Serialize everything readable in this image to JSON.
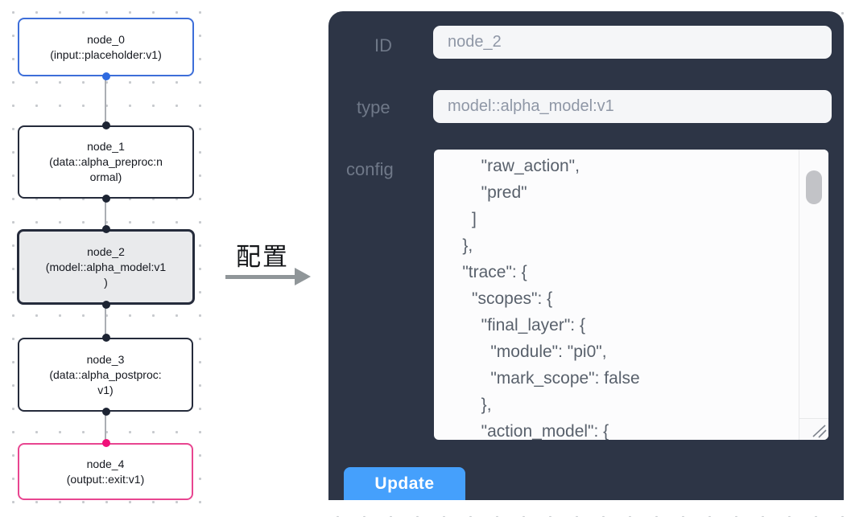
{
  "flow": {
    "nodes": [
      {
        "id": "node_0",
        "kind": "input",
        "lines": [
          "node_0",
          "(input::placeholder:v1)"
        ],
        "border_color": "#3d6ed9"
      },
      {
        "id": "node_1",
        "kind": "data",
        "lines": [
          "node_1",
          "(data::alpha_preproc:n",
          "ormal)"
        ],
        "border_color": "#252b3b"
      },
      {
        "id": "node_2",
        "kind": "model",
        "lines": [
          "node_2",
          "(model::alpha_model:v1",
          ")"
        ],
        "border_color": "#252b3b",
        "selected": true,
        "fill": "#e9eaec"
      },
      {
        "id": "node_3",
        "kind": "data",
        "lines": [
          "node_3",
          "(data::alpha_postproc:",
          "v1)"
        ],
        "border_color": "#252b3b"
      },
      {
        "id": "node_4",
        "kind": "output",
        "lines": [
          "node_4",
          "(output::exit:v1)"
        ],
        "border_color": "#e84590"
      }
    ],
    "port_colors": {
      "default": "#1d2433",
      "input_out": "#2e6ae0",
      "output_in": "#f0117a"
    }
  },
  "annotation": {
    "label": "配置",
    "arrow_color": "#909699"
  },
  "panel": {
    "bg_color": "#2d3546",
    "id_label": "ID",
    "id_value": "node_2",
    "type_label": "type",
    "type_value": "model::alpha_model:v1",
    "config_label": "config",
    "config_text": "        \"raw_action\",\n        \"pred\"\n      ]\n    },\n    \"trace\": {\n      \"scopes\": {\n        \"final_layer\": {\n          \"module\": \"pi0\",\n          \"mark_scope\": false\n        },\n        \"action_model\": {",
    "update_label": "Update",
    "button_color": "#45a0fc"
  }
}
